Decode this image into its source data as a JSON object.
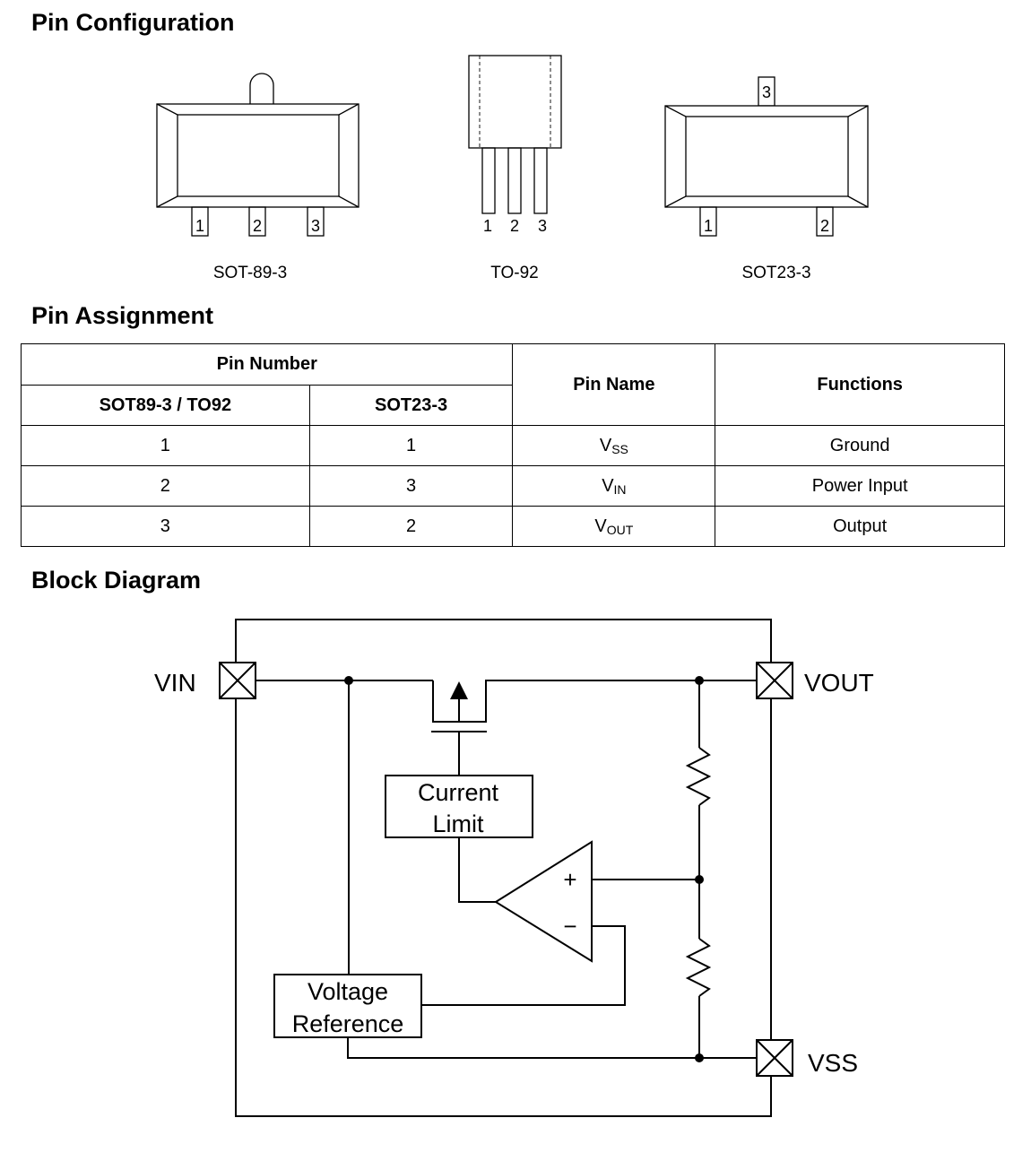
{
  "sections": {
    "pin_configuration": "Pin Configuration",
    "pin_assignment": "Pin Assignment",
    "block_diagram": "Block Diagram"
  },
  "packages": [
    {
      "name": "SOT-89-3",
      "pins": [
        "1",
        "2",
        "3"
      ]
    },
    {
      "name": "TO-92",
      "pins": [
        "1",
        "2",
        "3"
      ]
    },
    {
      "name": "SOT23-3",
      "top_pin": "3",
      "pins": [
        "1",
        "2"
      ]
    }
  ],
  "table": {
    "group_header": "Pin Number",
    "col_sot89_to92": "SOT89-3 / TO92",
    "col_sot23": "SOT23-3",
    "col_pin_name": "Pin Name",
    "col_functions": "Functions",
    "rows": [
      {
        "sot89": "1",
        "sot23": "1",
        "name_main": "V",
        "name_sub": "SS",
        "function": "Ground"
      },
      {
        "sot89": "2",
        "sot23": "3",
        "name_main": "V",
        "name_sub": "IN",
        "function": "Power Input"
      },
      {
        "sot89": "3",
        "sot23": "2",
        "name_main": "V",
        "name_sub": "OUT",
        "function": "Output"
      }
    ]
  },
  "block": {
    "vin": "VIN",
    "vout": "VOUT",
    "vss": "VSS",
    "current_limit_line1": "Current",
    "current_limit_line2": "Limit",
    "voltage_ref_line1": "Voltage",
    "voltage_ref_line2": "Reference",
    "plus": "+",
    "minus": "−"
  }
}
